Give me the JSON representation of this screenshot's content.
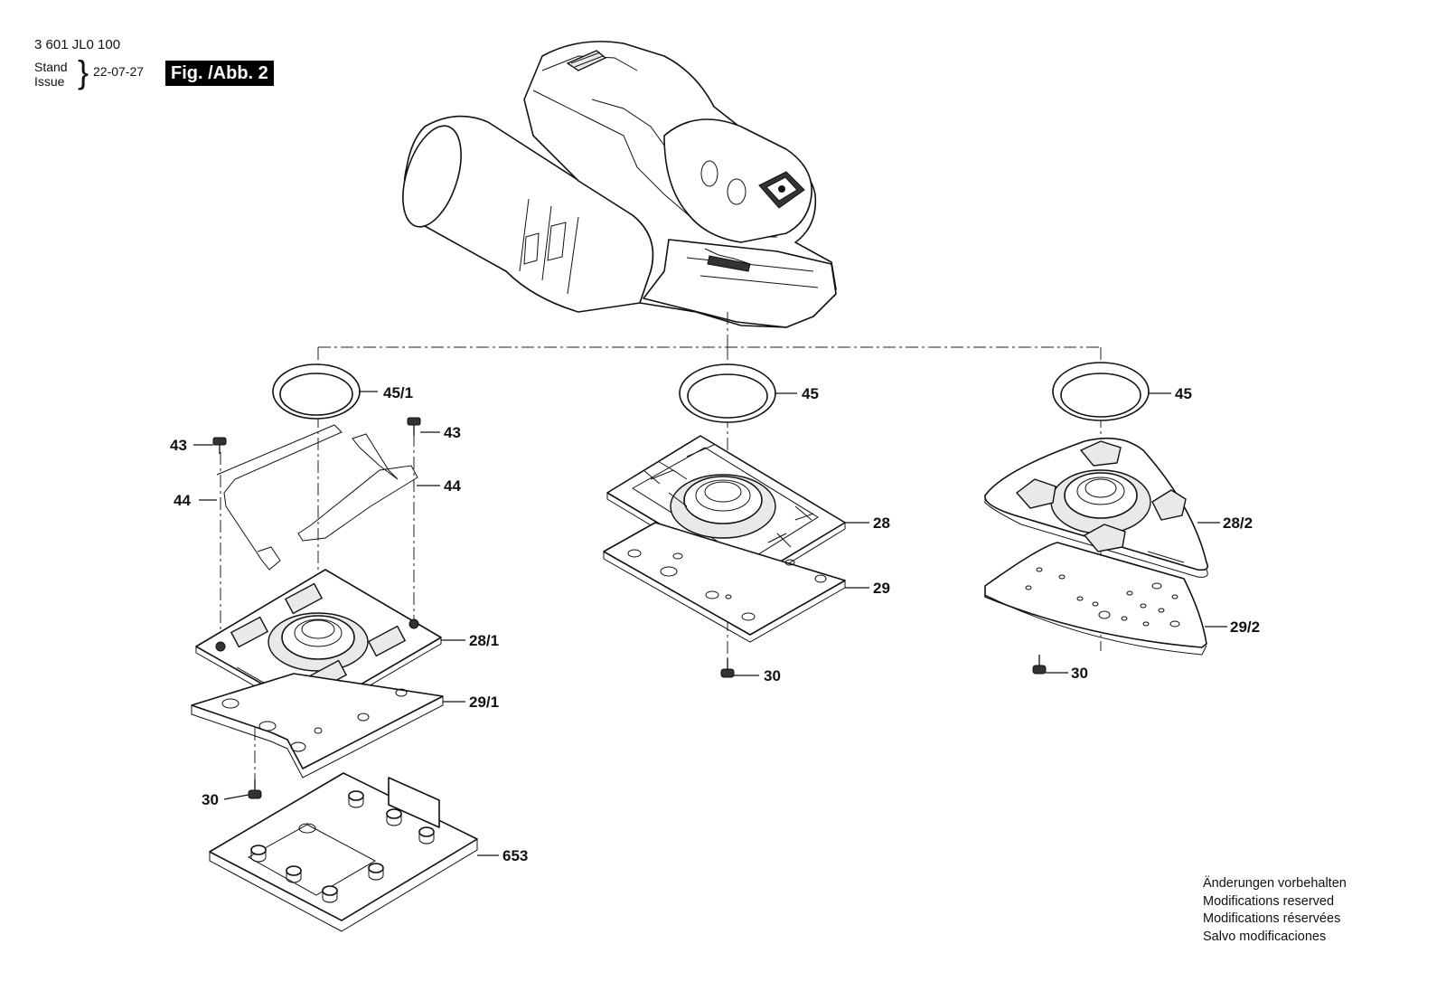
{
  "header": {
    "part_number": "3 601 JL0 100",
    "stand_label": "Stand",
    "issue_label": "Issue",
    "date": "22-07-27",
    "figure": "Fig. /Abb. 2"
  },
  "callouts": {
    "c45_1": "45/1",
    "c43_left": "43",
    "c43_right": "43",
    "c44_left": "44",
    "c44_right": "44",
    "c28_1": "28/1",
    "c29_1": "29/1",
    "c30_left": "30",
    "c653": "653",
    "c45_mid": "45",
    "c28": "28",
    "c29": "29",
    "c30_mid": "30",
    "c45_right": "45",
    "c28_2": "28/2",
    "c29_2": "29/2",
    "c30_right": "30"
  },
  "notice": [
    "Änderungen vorbehalten",
    "Modifications reserved",
    "Modifications réservées",
    "Salvo modificaciones"
  ]
}
